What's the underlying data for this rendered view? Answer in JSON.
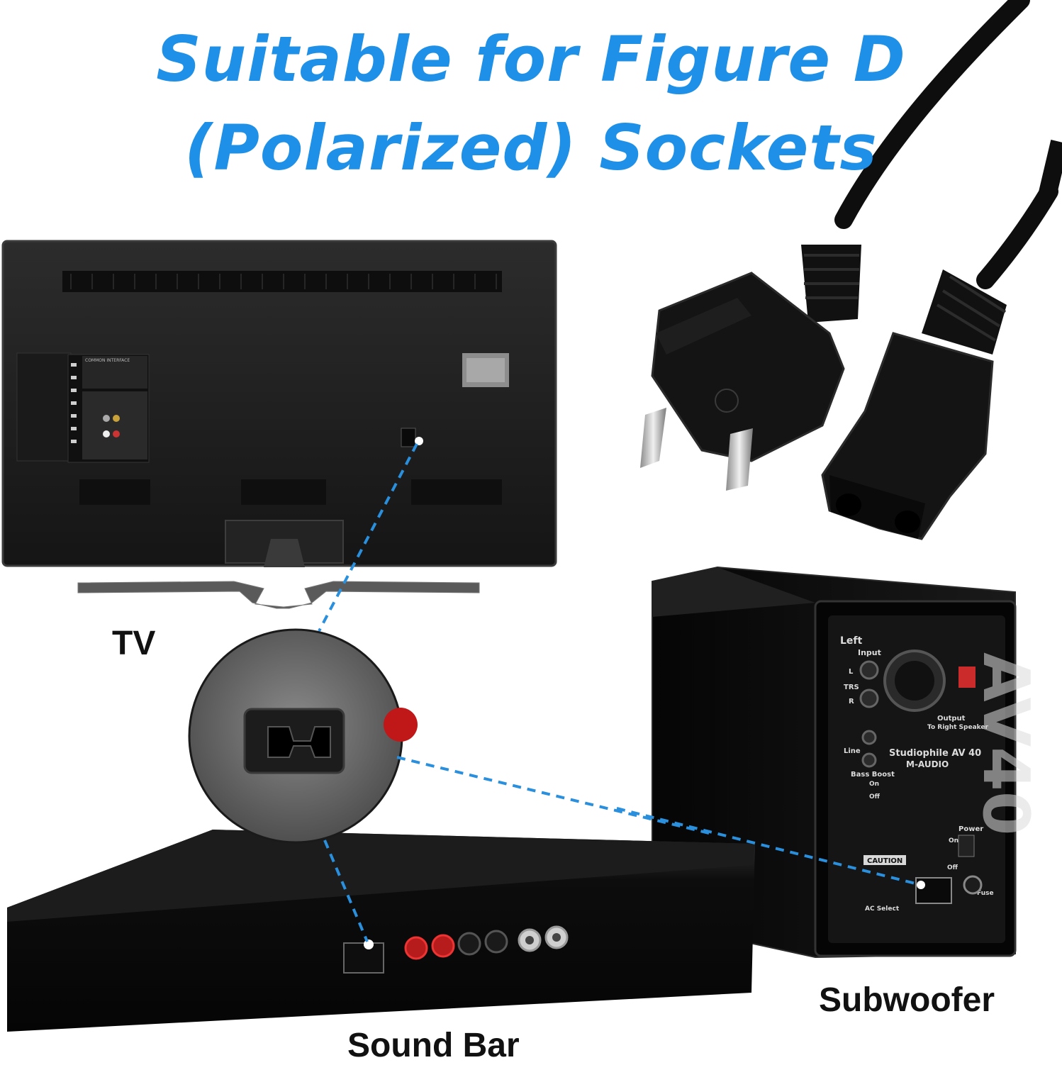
{
  "headline": {
    "line1": "Suitable for Figure D",
    "line2": "(Polarized) Sockets",
    "color": "#1e90e8"
  },
  "labels": {
    "tv": "TV",
    "sound_bar": "Sound Bar",
    "subwoofer": "Subwoofer"
  },
  "tv_panel": {
    "port_label": "COMMON INTERFACE"
  },
  "speaker_panel": {
    "side": "Left",
    "input": "Input",
    "trs": "TRS",
    "line": "Line",
    "l": "L",
    "r": "R",
    "bass_boost": "Bass Boost",
    "on": "On",
    "off": "Off",
    "output": "Output",
    "output_sub": "To Right Speaker",
    "model": "Studiophile AV 40",
    "brand": "M-AUDIO",
    "power": "Power",
    "caution": "CAUTION",
    "ac_select": "AC Select",
    "fuse": "Fuse",
    "side_logo": "AV40"
  },
  "colors": {
    "dash_line": "#2a8fdc",
    "device_black": "#0c0c0c"
  }
}
